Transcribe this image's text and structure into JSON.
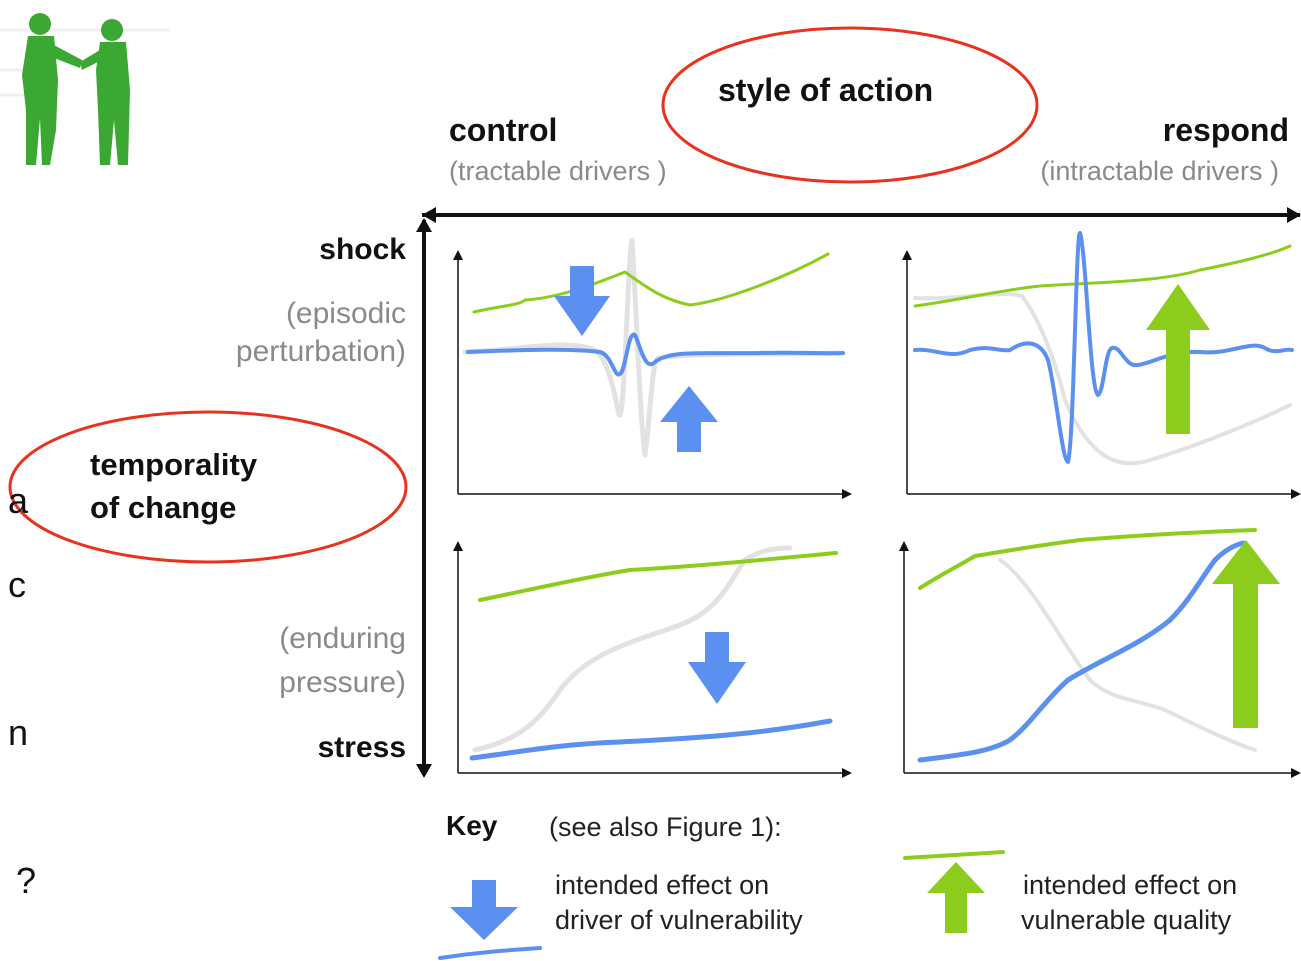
{
  "title": "style of action",
  "columns": {
    "left": {
      "label": "control",
      "sub": "(tractable drivers )"
    },
    "right": {
      "label": "respond",
      "sub": "(intractable drivers )"
    }
  },
  "rows": {
    "axis_label_line1": "temporality",
    "axis_label_line2": "of change",
    "top": {
      "label": "shock",
      "sub_line1": "(episodic",
      "sub_line2": "perturbation)"
    },
    "bottom": {
      "label": "stress",
      "sub_line1": "(enduring",
      "sub_line2": "pressure)"
    }
  },
  "left_fragments": [
    "a",
    "c",
    "n",
    "?"
  ],
  "key": {
    "title": "Key",
    "note": "(see also Figure 1):",
    "driver_line1": "intended effect on",
    "driver_line2": "driver of vulnerability",
    "quality_line1": "intended effect on",
    "quality_line2": "vulnerable quality"
  },
  "colors": {
    "highlight_ellipse": "#e8321e",
    "driver_blue": "#5b8ff0",
    "quality_green": "#8ccc1c",
    "background_grey": "#dddddd",
    "logo_green": "#3aa832"
  },
  "icons": {
    "logo": "two-people-handshake-icon"
  }
}
